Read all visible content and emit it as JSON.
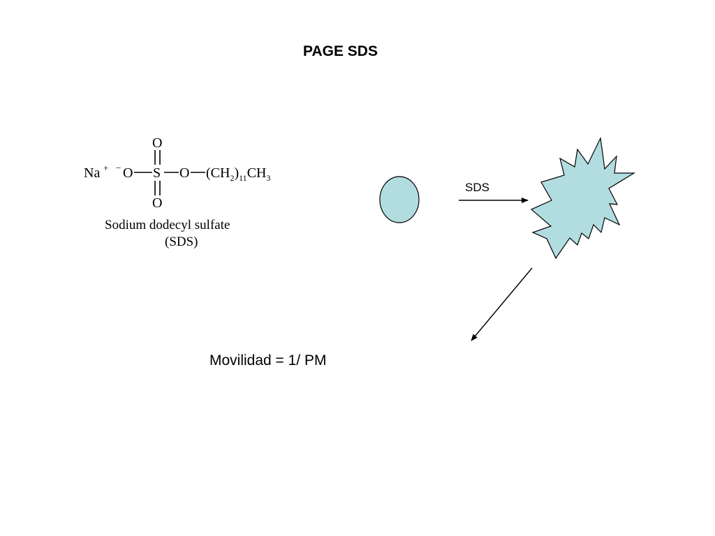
{
  "title": "PAGE SDS",
  "structure": {
    "cation": "Na",
    "cation_charge": "+",
    "anion_charge": "−",
    "atom_o": "O",
    "atom_s": "S",
    "chain_prefix": "(CH",
    "chain_sub2": "2",
    "chain_close": ")",
    "chain_sub11": "11",
    "chain_tail": "CH",
    "chain_sub3": "3",
    "name": "Sodium dodecyl sulfate",
    "abbrev": "(SDS)"
  },
  "process": {
    "reagent_label": "SDS",
    "protein_color": "#b2dde0",
    "outline_color": "#000000"
  },
  "formula": "Movilidad = 1/ PM"
}
